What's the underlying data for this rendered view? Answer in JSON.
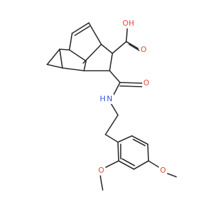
{
  "molecule": {
    "atoms": {
      "carboxyl_oh": {
        "label": "OH",
        "color": "#e8453c"
      },
      "carboxyl_o": {
        "label": "O",
        "color": "#e8453c"
      },
      "amide_o": {
        "label": "O",
        "color": "#e8453c"
      },
      "amide_n": {
        "label": "N",
        "color": "#3e5bd8"
      },
      "amide_h": {
        "label": "H",
        "color": "#3e5bd8"
      },
      "methoxy_o1": {
        "label": "O",
        "color": "#e8453c"
      },
      "methoxy_o2": {
        "label": "O",
        "color": "#e8453c"
      }
    },
    "bond_color": "#2b2b2b"
  }
}
